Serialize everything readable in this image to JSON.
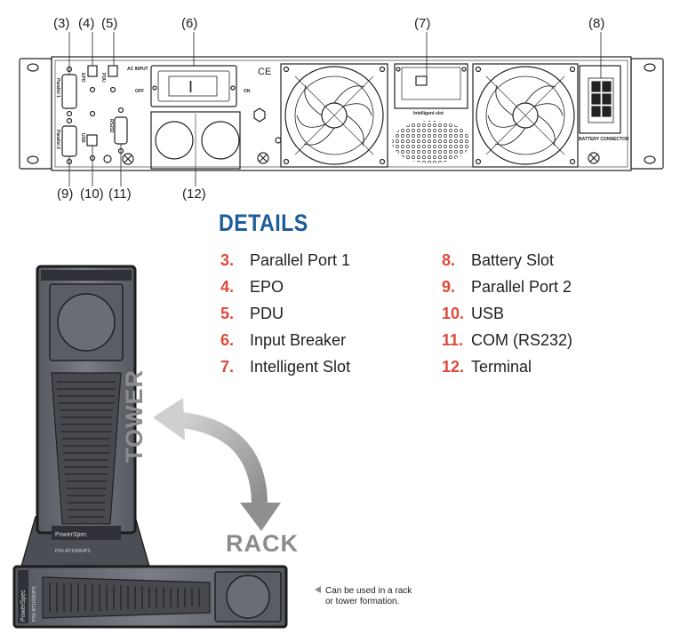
{
  "callouts": [
    "(3)",
    "(4)",
    "(5)",
    "(6)",
    "(7)",
    "(8)",
    "(9)",
    "(10)",
    "(11)",
    "(12)"
  ],
  "panel_labels": {
    "epo": "EPO",
    "pdu": "PDU",
    "ac_input": "AC INPUT",
    "off": "OFF",
    "on": "ON",
    "parallel_1": "Parallel 1",
    "parallel_2": "Parallel 2",
    "usb": "USB",
    "rs232": "RS232",
    "intelligent_slot": "Intelligent slot",
    "battery_connector": "BATTERY CONNECTOR",
    "ce": "CE",
    "breaker": "I"
  },
  "details": {
    "title": "DETAILS",
    "left": [
      {
        "num": "3.",
        "label": "Parallel Port 1"
      },
      {
        "num": "4.",
        "label": "EPO"
      },
      {
        "num": "5.",
        "label": "PDU"
      },
      {
        "num": "6.",
        "label": "Input Breaker"
      },
      {
        "num": "7.",
        "label": "Intelligent Slot"
      }
    ],
    "right": [
      {
        "num": "8.",
        "label": "Battery Slot"
      },
      {
        "num": "9.",
        "label": "Parallel Port 2"
      },
      {
        "num": "10.",
        "label": "USB"
      },
      {
        "num": "11.",
        "label": "COM (RS232)"
      },
      {
        "num": "12.",
        "label": "Terminal"
      }
    ]
  },
  "orientation": {
    "tower": "TOWER",
    "rack": "RACK",
    "device_brand": "PowerSpec",
    "device_model": "PSX-RT1000UPS"
  },
  "note": {
    "line1": "Can be used in a rack",
    "line2": "or tower formation."
  },
  "colors": {
    "accent_red": "#e0493a",
    "title_blue": "#1d5d99",
    "arrow_grey": "#9a9a9a",
    "ups_dark": "#2a2a2a",
    "ups_body": "#6d7078"
  }
}
